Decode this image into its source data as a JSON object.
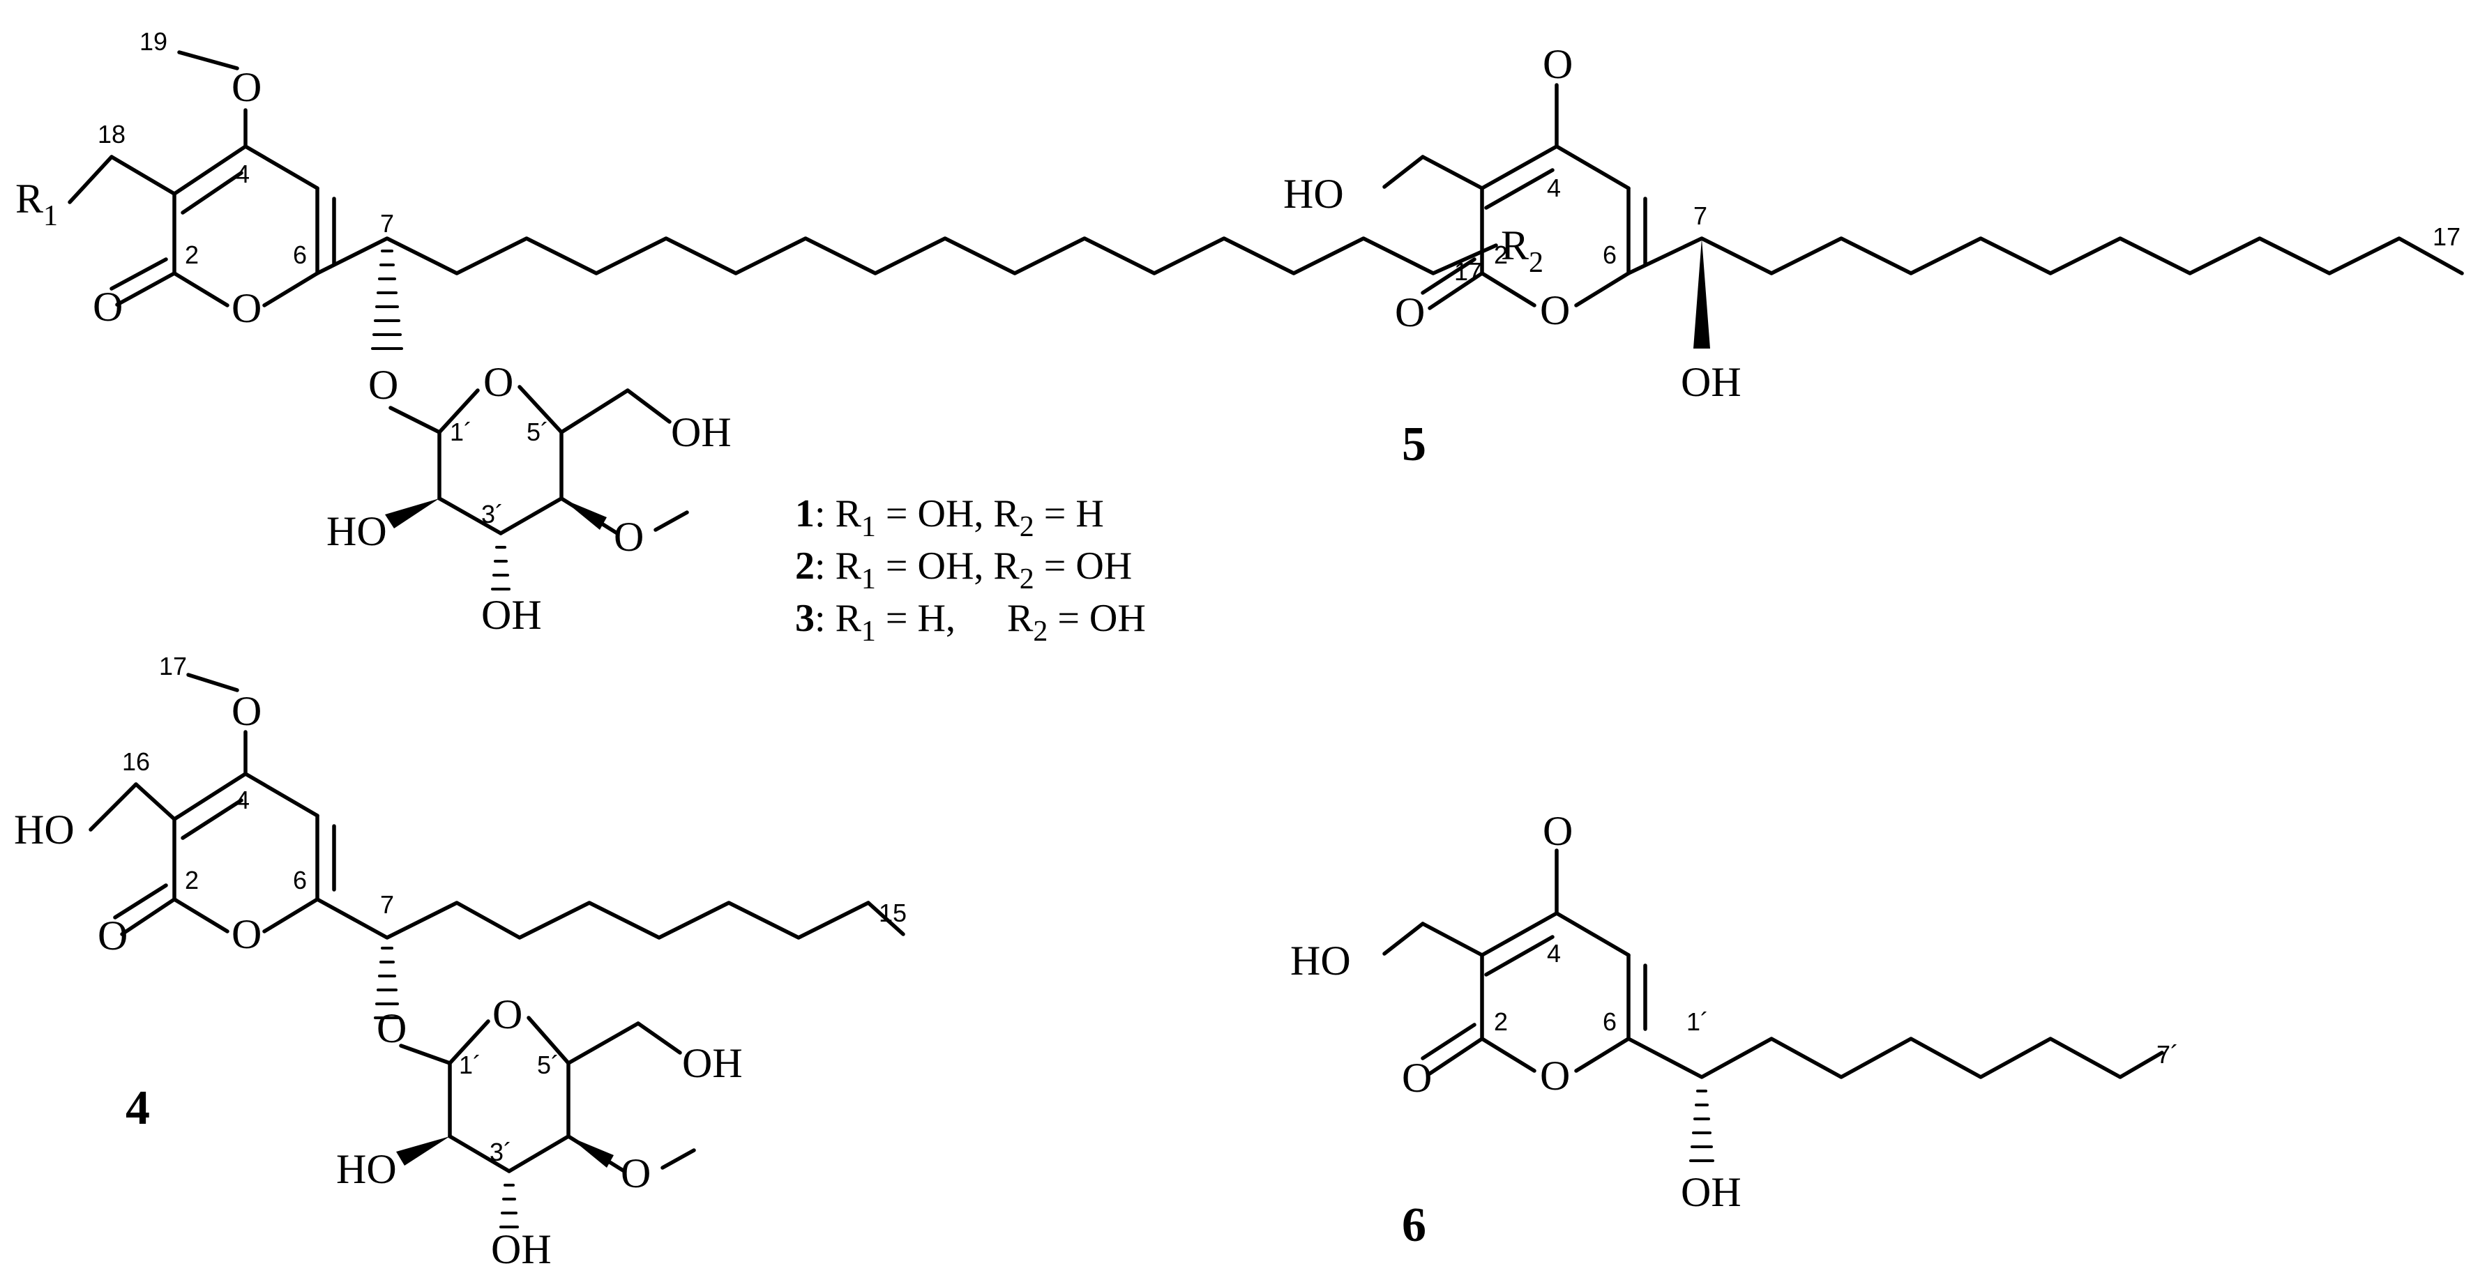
{
  "structures": [
    {
      "id": "glycoside-1-3",
      "locants": {
        "c19": "19",
        "c18": "18",
        "c4": "4",
        "c2": "2",
        "c6": "6",
        "c7": "7",
        "c17": "17",
        "c1p": "1´",
        "c3p": "3´",
        "c5p": "5´"
      },
      "labels": {
        "r1": "R",
        "r1_sub": "1",
        "r2": "R",
        "r2_sub": "2",
        "o_carbonyl": "O",
        "o_ring": "O",
        "o_glyco": "O",
        "o_sugar_ring": "O",
        "oh_6p": "OH",
        "ho_2p": "HO",
        "oh_3p": "OH",
        "o_4p": "O"
      }
    },
    {
      "id": "glycoside-4",
      "locants": {
        "c17": "17",
        "c16": "16",
        "c4": "4",
        "c2": "2",
        "c6": "6",
        "c7": "7",
        "c15": "15",
        "c1p": "1´",
        "c3p": "3´",
        "c5p": "5´"
      },
      "labels": {
        "ho_16": "HO",
        "o_carbonyl": "O",
        "o_ring": "O",
        "o_glyco": "O",
        "o_sugar_ring": "O",
        "oh_6p": "OH",
        "ho_2p": "HO",
        "oh_3p": "OH",
        "o_4p": "O"
      },
      "compound_label": "4"
    },
    {
      "id": "pyrone-5",
      "locants": {
        "c4": "4",
        "c2": "2",
        "c6": "6",
        "c7": "7",
        "c17": "17"
      },
      "labels": {
        "o_methoxy": "O",
        "ho": "HO",
        "o_carbonyl": "O",
        "o_ring": "O",
        "oh": "OH"
      },
      "compound_label": "5"
    },
    {
      "id": "pyrone-6",
      "locants": {
        "c4": "4",
        "c2": "2",
        "c6": "6",
        "c1p": "1´",
        "c7p": "7´"
      },
      "labels": {
        "o_methoxy": "O",
        "ho": "HO",
        "o_carbonyl": "O",
        "o_ring": "O",
        "oh": "OH"
      },
      "compound_label": "6"
    }
  ],
  "substituent_table": [
    {
      "num": "1",
      "r1": "OH",
      "r2": "H"
    },
    {
      "num": "2",
      "r1": "OH",
      "r2": "OH"
    },
    {
      "num": "3",
      "r1": "H",
      "r2": "OH"
    }
  ],
  "table_symbols": {
    "colon": ": ",
    "r": "R",
    "r1_sub": "1",
    "r2_sub": "2",
    "eq": " = ",
    "comma": ", "
  }
}
